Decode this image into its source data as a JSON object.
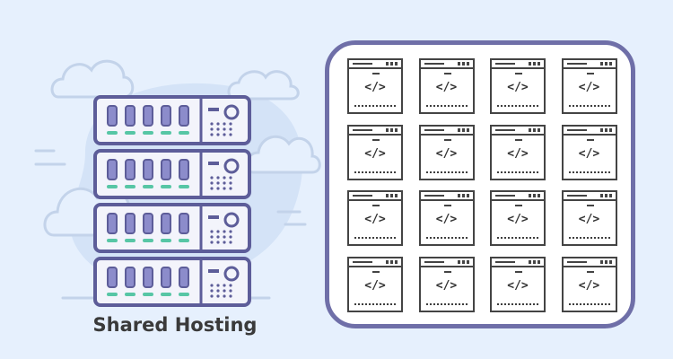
{
  "caption": "Shared Hosting",
  "site_code_glyph": "</>",
  "colors": {
    "background": "#e6f0fd",
    "frame_border": "#6f6fa8",
    "server_body": "#f3f4fb",
    "server_outline": "#5d5d99",
    "server_slot": "#8c8ccb",
    "server_led": "#57c6a5",
    "cloud": "#d4e3f7"
  },
  "server": {
    "units": 4,
    "slots_per_unit": 5
  },
  "sites_grid": {
    "rows": 4,
    "columns": 4,
    "icon": "code-window-icon"
  }
}
